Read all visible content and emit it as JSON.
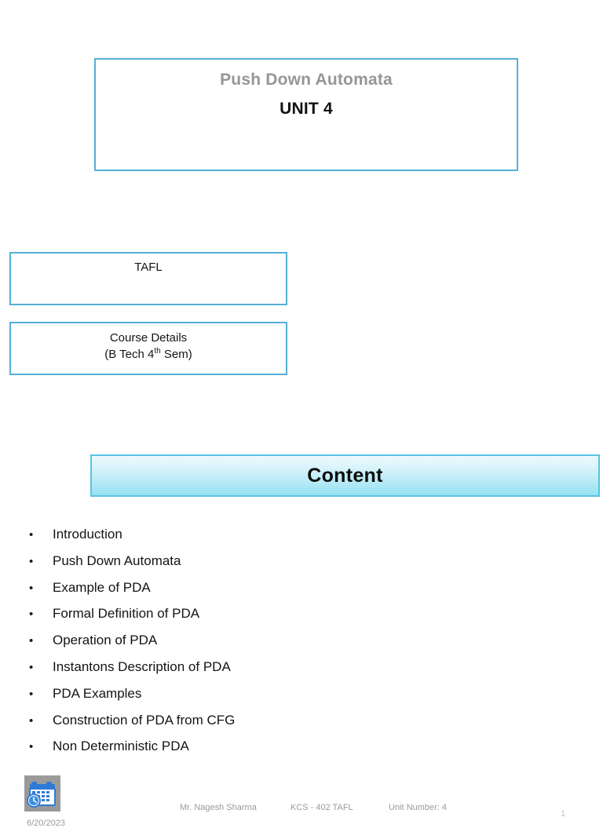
{
  "slide_title": {
    "subject": "Push Down Automata",
    "unit": "UNIT 4"
  },
  "course_code_box": {
    "label": "TAFL"
  },
  "course_details_box": {
    "line1": "Course Details",
    "line2_prefix": "(B Tech 4",
    "line2_sup": "th",
    "line2_suffix": " Sem)"
  },
  "footer": {
    "icon_name": "calendar-clock-icon",
    "date": "6/20/2023",
    "author": "Mr. Nagesh Sharma",
    "course_code": "KCS - 402 TAFL",
    "unit_number": "Unit Number: 4",
    "page_number": "1"
  },
  "content_slide": {
    "banner_title": "Content",
    "bullet_glyph": "•",
    "items": [
      "Introduction",
      "Push Down Automata",
      "Example of PDA",
      "Formal Definition of PDA",
      "Operation of PDA",
      "Instantons Description of PDA",
      "PDA Examples",
      "Construction of PDA from CFG",
      "Non Deterministic PDA"
    ]
  },
  "colors": {
    "box_border": "#56AFD6",
    "banner_border": "#5AC3E0",
    "banner_gradient_top": "#EDFAFD",
    "banner_gradient_bottom": "#93E2F2",
    "subject_gray": "#969696",
    "footer_gray": "#9A9A9A"
  }
}
